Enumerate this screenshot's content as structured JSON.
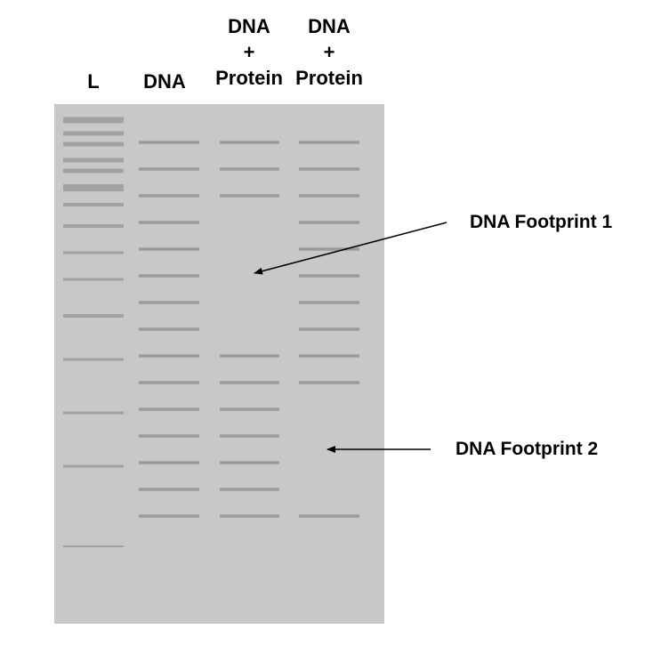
{
  "lanes": [
    {
      "id": "ladder",
      "label_lines": [
        "L"
      ]
    },
    {
      "id": "dna",
      "label_lines": [
        "DNA"
      ]
    },
    {
      "id": "dna-protein-1",
      "label_lines": [
        "DNA",
        "+",
        "Protein"
      ]
    },
    {
      "id": "dna-protein-2",
      "label_lines": [
        "DNA",
        "+",
        "Protein"
      ]
    }
  ],
  "annotations": {
    "footprint_1": "DNA Footprint 1",
    "footprint_2": "DNA Footprint 2"
  },
  "colors": {
    "gel": "#c8c8c8",
    "band": "#9c9c9c",
    "ladder_band": "#a2a2a2",
    "arrow": "#000000"
  },
  "bands": {
    "ladder": [
      1,
      2,
      3,
      4,
      5,
      6,
      7,
      8,
      9,
      10,
      11,
      12,
      13,
      14,
      15
    ],
    "dna": [
      1,
      2,
      3,
      4,
      5,
      6,
      7,
      8,
      9,
      10,
      11,
      12,
      13,
      14,
      15
    ],
    "dna-protein-1": [
      1,
      2,
      3,
      9,
      10,
      11,
      12,
      13,
      14,
      15
    ],
    "dna-protein-2": [
      1,
      2,
      3,
      4,
      5,
      6,
      7,
      8,
      9,
      10,
      15
    ]
  }
}
